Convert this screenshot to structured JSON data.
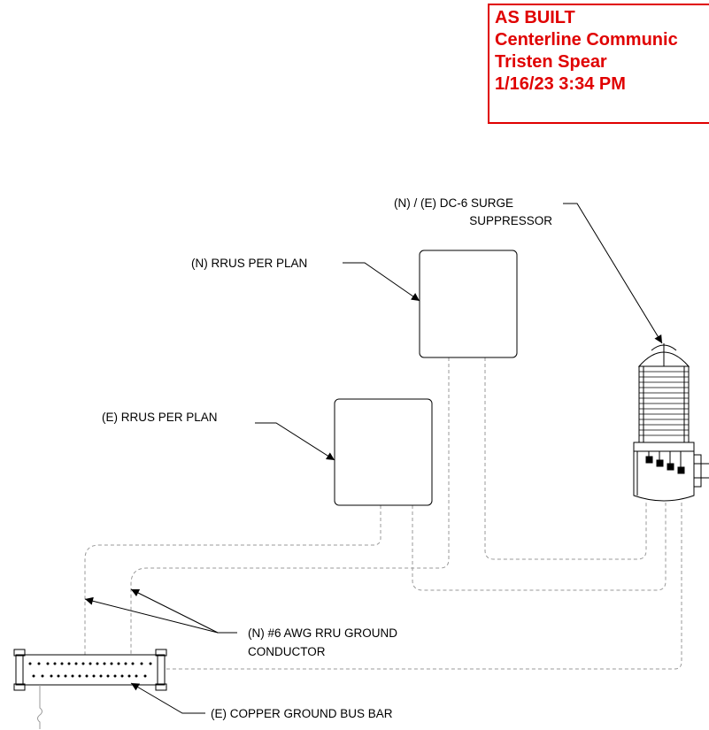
{
  "stamp": {
    "line1": "AS BUILT",
    "line2": "Centerline Communic",
    "line3": "Tristen Spear",
    "line4": "1/16/23 3:34 PM",
    "color": "#e00000"
  },
  "labels": {
    "surge_line1": "(N) / (E) DC-6 SURGE",
    "surge_line2": "SUPPRESSOR",
    "rrus_new": "(N) RRUS PER PLAN",
    "rrus_existing": "(E) RRUS PER PLAN",
    "ground_conductor_line1": "(N) #6 AWG RRU GROUND",
    "ground_conductor_line2": "CONDUCTOR",
    "bus_bar": "(E) COPPER GROUND BUS BAR"
  },
  "colors": {
    "linework": "#000000",
    "conductor": "#9a9a9a"
  }
}
